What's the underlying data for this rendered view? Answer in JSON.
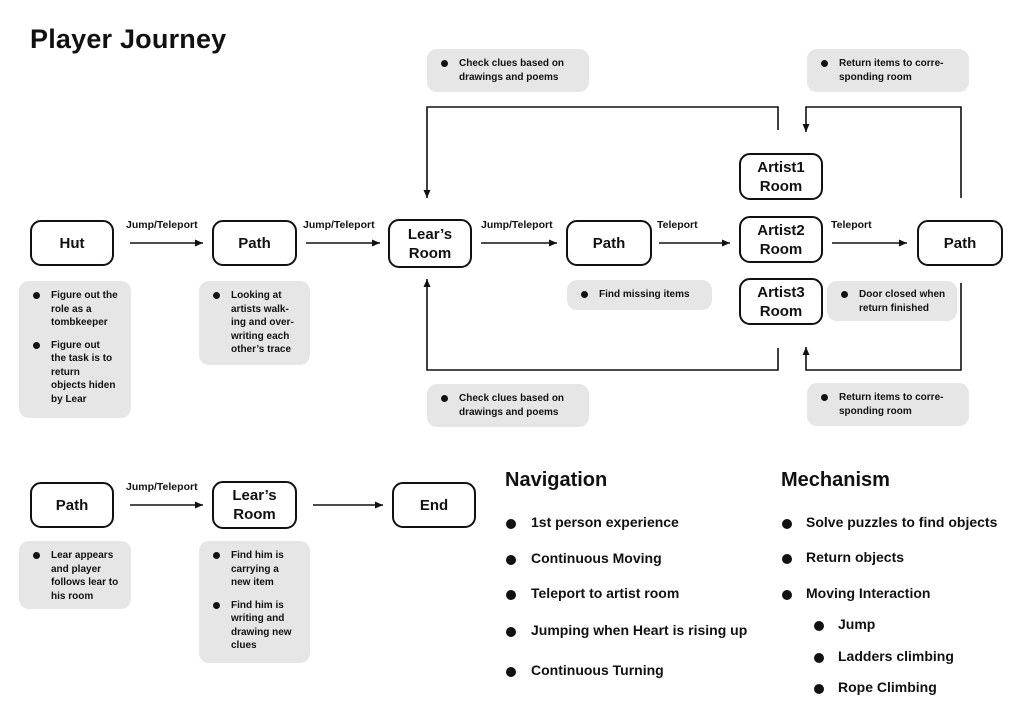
{
  "title": "Player Journey",
  "nodes": {
    "hut": "Hut",
    "path1": "Path",
    "lear_room1": "Lear’s\nRoom",
    "path2": "Path",
    "artist1": "Artist1\nRoom",
    "artist2": "Artist2\nRoom",
    "artist3": "Artist3\nRoom",
    "path3": "Path",
    "path4": "Path",
    "lear_room2": "Lear’s\nRoom",
    "end": "End"
  },
  "edges": {
    "hut_path": "Jump/Teleport",
    "path_lear": "Jump/Teleport",
    "lear_path": "Jump/Teleport",
    "path_artist": "Teleport",
    "artist_path": "Teleport",
    "path_lear2": "Jump/Teleport"
  },
  "notes": {
    "hut": [
      "Figure out the\nrole as a\ntombkeeper",
      "Figure out\nthe task is to\nreturn\nobjects hiden\nby Lear"
    ],
    "path1": [
      "Looking at\nartists walk-\ning and over-\nwriting each\nother’s trace"
    ],
    "path2": [
      "Find missing items"
    ],
    "artist": [
      "Door closed when\nreturn finished"
    ],
    "check_top": [
      "Check clues based on\ndrawings and poems"
    ],
    "check_bottom": [
      "Check clues based on\ndrawings and poems"
    ],
    "return_top": [
      "Return items to corre-\nsponding room"
    ],
    "return_bottom": [
      "Return items to corre-\nsponding room"
    ],
    "path4": [
      "Lear appears\nand player\nfollows lear to\nhis room"
    ],
    "lear_room2": [
      "Find him is\ncarrying a\nnew item",
      "Find him is\nwriting and\ndrawing new\nclues"
    ]
  },
  "navigation": {
    "heading": "Navigation",
    "items": [
      "1st person experience",
      "Continuous Moving",
      "Teleport to artist room",
      "Jumping when Heart is rising up",
      "Continuous Turning"
    ]
  },
  "mechanism": {
    "heading": "Mechanism",
    "items": [
      "Solve puzzles to find objects",
      "Return objects",
      "Moving Interaction"
    ],
    "subitems": [
      "Jump",
      "Ladders climbing",
      "Rope Climbing"
    ]
  }
}
